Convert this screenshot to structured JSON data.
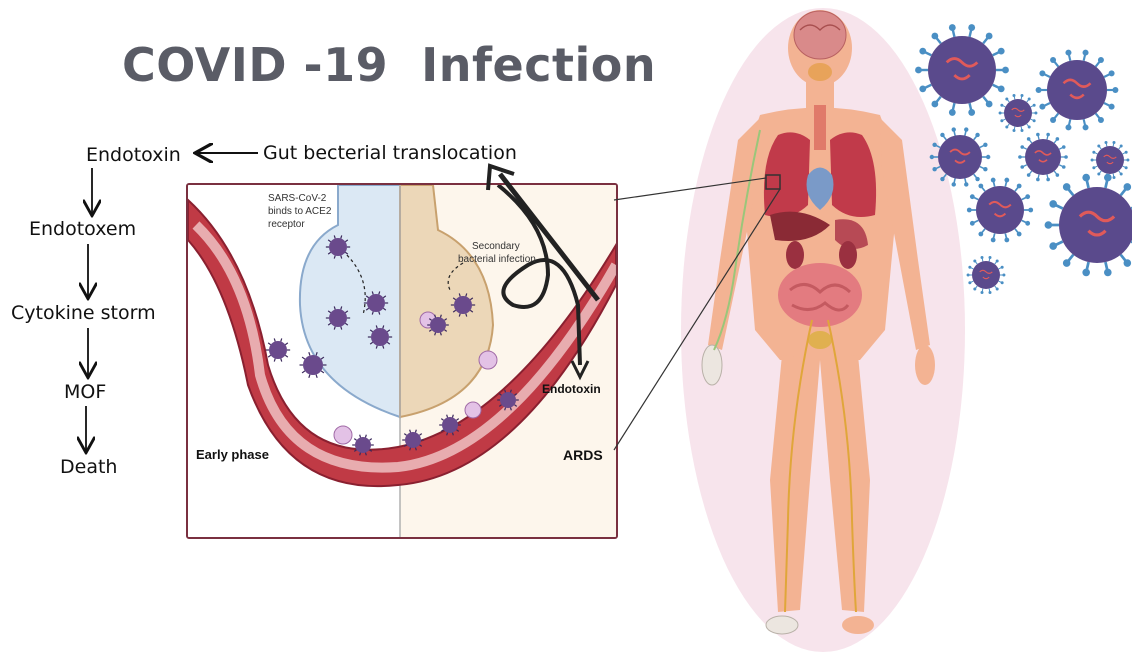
{
  "title": "COVID -19  Infection",
  "flow": {
    "endotoxin": "Endotoxin",
    "gut": "Gut becterial translocation",
    "endotoxem": "Endotoxem",
    "cytokine": "Cytokine storm",
    "mof": "MOF",
    "death": "Death"
  },
  "panel": {
    "sars_line1": "SARS-CoV-2",
    "sars_line2": "binds to ACE2",
    "sars_line3": "receptor",
    "secondary_line1": "Secondary",
    "secondary_line2": "bacterial infection",
    "endotoxin": "Endotoxin",
    "early_phase": "Early phase",
    "ards": "ARDS"
  },
  "colors": {
    "title": "#5a5c66",
    "frame": "#7a3040",
    "vessel": "#b5323c",
    "virus": "#5a4a8c",
    "virus_spike": "#4a8fc4",
    "body": "#f3b393",
    "halo": "#f7e4ec"
  }
}
